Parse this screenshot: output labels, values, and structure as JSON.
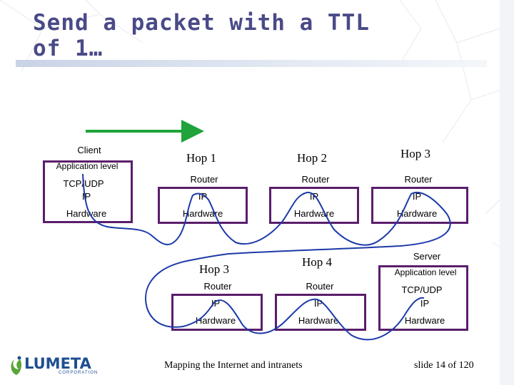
{
  "slide": {
    "title": "Send a packet with a TTL of 1…",
    "footer_center": "Mapping the Internet and intranets",
    "footer_right": "slide 14 of 120",
    "logo_text": "LUMETA",
    "logo_sub": "CORPORATION"
  },
  "colors": {
    "title": "#4a4a88",
    "box_border": "#5a1e6b",
    "arrow_green": "#1fa33a",
    "path_blue": "#1c3aa8"
  },
  "row1": {
    "client": {
      "heading": "Client",
      "layers": [
        "Application level",
        "TCP/UDP",
        "IP",
        "Hardware"
      ]
    },
    "hops": [
      {
        "heading": "Hop 1",
        "type": "Router",
        "layers": [
          "IP",
          "Hardware"
        ]
      },
      {
        "heading": "Hop 2",
        "type": "Router",
        "layers": [
          "IP",
          "Hardware"
        ]
      },
      {
        "heading": "Hop 3",
        "type": "Router",
        "layers": [
          "IP",
          "Hardware"
        ]
      }
    ]
  },
  "row2": {
    "hops": [
      {
        "heading": "Hop 3",
        "type": "Router",
        "layers": [
          "IP",
          "Hardware"
        ]
      },
      {
        "heading": "Hop 4",
        "type": "Router",
        "layers": [
          "IP",
          "Hardware"
        ]
      }
    ],
    "server": {
      "heading": "Server",
      "layers": [
        "Application level",
        "TCP/UDP",
        "IP",
        "Hardware"
      ]
    }
  }
}
